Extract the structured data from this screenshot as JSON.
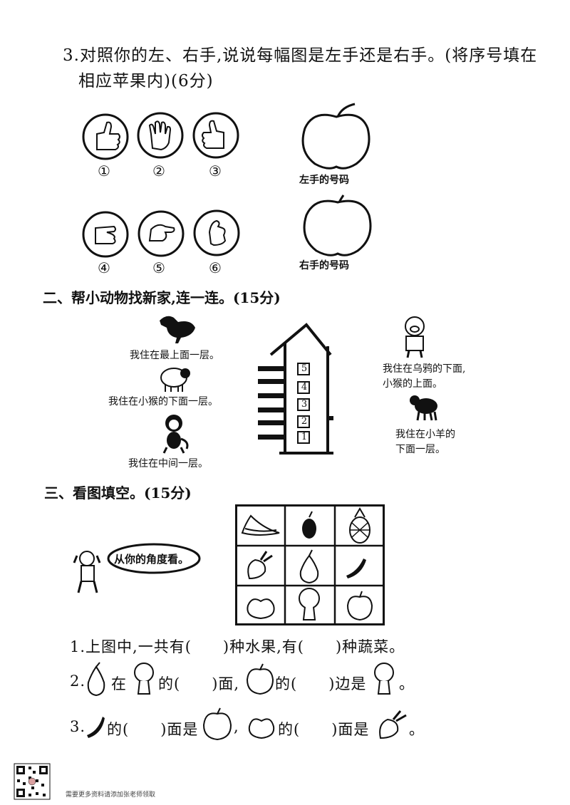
{
  "q3": {
    "line1": "3.对照你的左、右手,说说每幅图是左手还是右手。(将序号填在",
    "line2": "相应苹果内)(6分)",
    "hand_numbers": [
      "①",
      "②",
      "③",
      "④",
      "⑤",
      "⑥"
    ],
    "apple_top_label": "左手的号码",
    "apple_bottom_label": "右手的号码"
  },
  "sec2": {
    "title": "二、帮小动物找新家,连一连。(15分)",
    "crow_text": "我住在最上面一层。",
    "sheep_text": "我住在小猴的下面一层。",
    "monkey_text": "我住在中间一层。",
    "pig_text_1": "我住在乌鸦的下面,",
    "pig_text_2": "小猴的上面。",
    "cow_text_1": "我住在小羊的",
    "cow_text_2": "下面一层。",
    "floors": [
      "5",
      "4",
      "3",
      "2",
      "1"
    ]
  },
  "sec3": {
    "title": "三、看图填空。(15分)",
    "bubble": "从你的角度看。",
    "q1": "1.上图中,一共有(　　)种水果,有(　　)种蔬菜。",
    "q2_prefix": "2.",
    "q2_a": "在",
    "q2_b": "的(　　)面,",
    "q2_c": "的(　　)边是",
    "q2_end": "。",
    "q3_prefix": "3.",
    "q3_a": "的(　　)面是",
    "q3_b": ",",
    "q3_c": "的(　　)面是",
    "q3_end": "。"
  },
  "footer": {
    "text": "需要更多资料请添加张老师领取"
  }
}
